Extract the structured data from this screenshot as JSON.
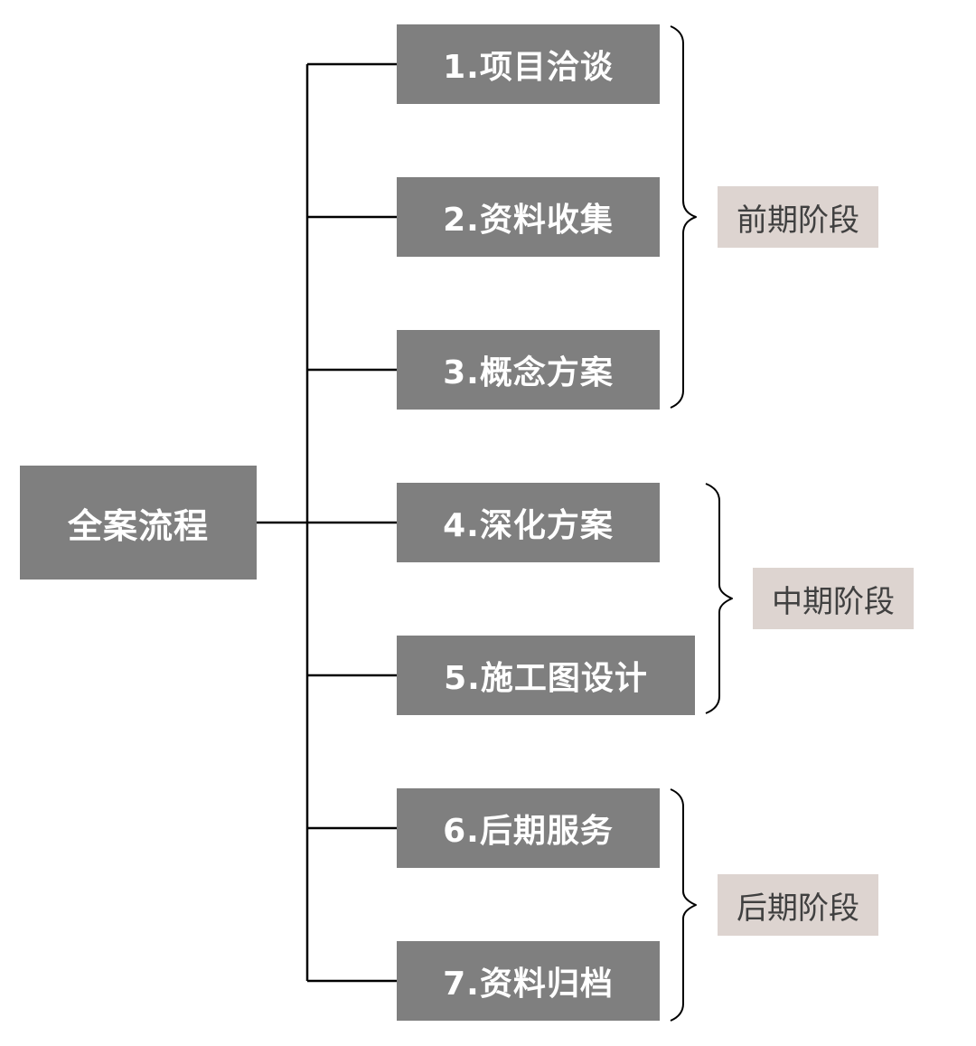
{
  "root": {
    "label": "全案流程"
  },
  "steps": [
    {
      "label": "1.项目洽谈"
    },
    {
      "label": "2.资料收集"
    },
    {
      "label": "3.概念方案"
    },
    {
      "label": "4.深化方案"
    },
    {
      "label": "5.施工图设计"
    },
    {
      "label": "6.后期服务"
    },
    {
      "label": "7.资料归档"
    }
  ],
  "phases": [
    {
      "label": "前期阶段",
      "steps": [
        1,
        2,
        3
      ]
    },
    {
      "label": "中期阶段",
      "steps": [
        4,
        5
      ]
    },
    {
      "label": "后期阶段",
      "steps": [
        6,
        7
      ]
    }
  ],
  "colors": {
    "box": "#7f7f7f",
    "box_text": "#ffffff",
    "phase_bg": "#ddd4d0",
    "phase_text": "#404040",
    "line": "#000000"
  }
}
